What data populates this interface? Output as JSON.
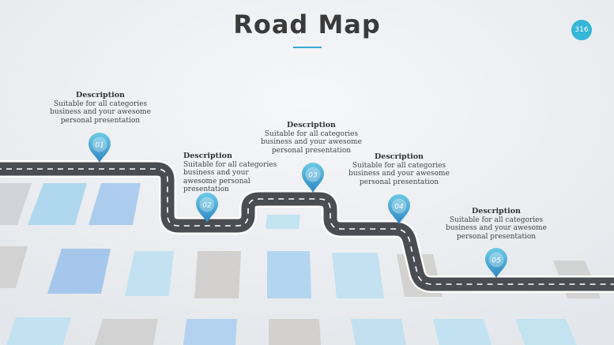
{
  "title": "Road Map",
  "page_number": "316",
  "colors": {
    "accent": "#35b7d8",
    "road": "#4a4d52",
    "pin_light": "#5ec3e0",
    "pin_dark": "#2b6fb2"
  },
  "milestones": [
    {
      "num": "01",
      "heading": "Description",
      "text": "Suitable for all categories business and your awesome personal presentation"
    },
    {
      "num": "02",
      "heading": "Description",
      "text": "Suitable for all categories business and your awesome personal presentation"
    },
    {
      "num": "03",
      "heading": "Description",
      "text": "Suitable for all categories business and your awesome personal presentation"
    },
    {
      "num": "04",
      "heading": "Description",
      "text": "Suitable for all categories business and your awesome personal presentation"
    },
    {
      "num": "05",
      "heading": "Description",
      "text": "Suitable for all categories business and your awesome personal presentation"
    }
  ]
}
